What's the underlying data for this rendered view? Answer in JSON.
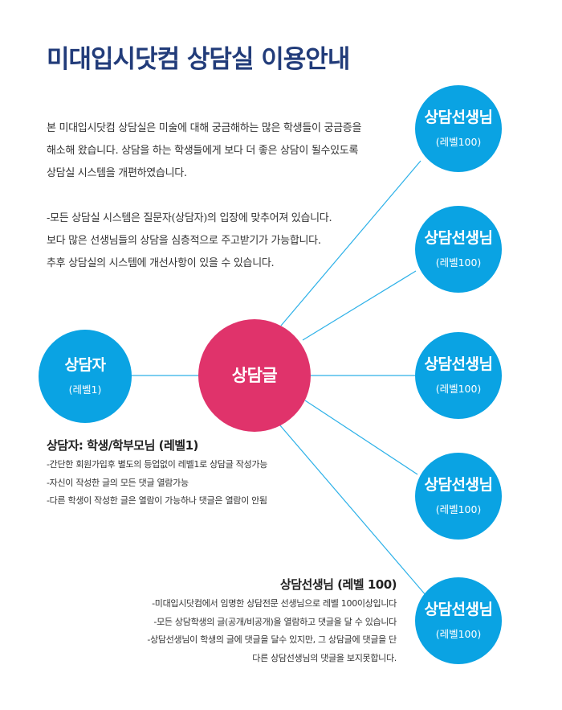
{
  "title": "미대입시닷컴 상담실 이용안내",
  "intro": {
    "paragraph1": [
      "본 미대입시닷컴 상담실은 미술에 대해 궁금해하는 많은 학생들이 궁금증을",
      "해소해 왔습니다. 상담을 하는 학생들에게 보다 더 좋은 상담이 될수있도록",
      "상담실 시스템을 개편하였습니다."
    ],
    "paragraph2": [
      "-모든 상담실 시스템은 질문자(상담자)의 입장에 맞추어져 있습니다.",
      "보다 많은 선생님들의 상담을 심층적으로 주고받기가 가능합니다.",
      "추후 상담실의 시스템에 개선사항이 있을 수 있습니다."
    ]
  },
  "nodes": {
    "poster": {
      "label": "상담자",
      "sublabel": "(레벨1)"
    },
    "post": {
      "label": "상담글"
    },
    "teachers": [
      {
        "label": "상담선생님",
        "sublabel": "(레벨100)"
      },
      {
        "label": "상담선생님",
        "sublabel": "(레벨100)"
      },
      {
        "label": "상담선생님",
        "sublabel": "(레벨100)"
      },
      {
        "label": "상담선생님",
        "sublabel": "(레벨100)"
      },
      {
        "label": "상담선생님",
        "sublabel": "(레벨100)"
      }
    ]
  },
  "user_desc": {
    "heading": "상담자: 학생/학부모님 (레벨1)",
    "lines": [
      "-간단한 회원가입후 별도의 등업없이 레벨1로 상담글 작성가능",
      "-자신이 작성한 글의 모든 댓글 열람가능",
      "-다른 학생이 작성한 글은 열람이 가능하나 댓글은 열람이 안됨"
    ]
  },
  "teacher_desc": {
    "heading": "상담선생님 (레벨 100)",
    "lines": [
      "-미대입시닷컴에서 임명한 상담전문 선생님으로 레벨 100이상입니다",
      "-모든 상담학생의 글(공개/비공개)을 열람하고 댓글을 달 수 있습니다",
      "-상담선생님이 학생의 글에 댓글을 달수 있지만, 그 상담글에 댓글을 단",
      "다른 상담선생님의 댓글을 보지못합니다."
    ]
  },
  "colors": {
    "title": "#223c7a",
    "circle_blue": "#0aa3e3",
    "circle_pink": "#e0336b",
    "connector": "#2db1e8"
  }
}
